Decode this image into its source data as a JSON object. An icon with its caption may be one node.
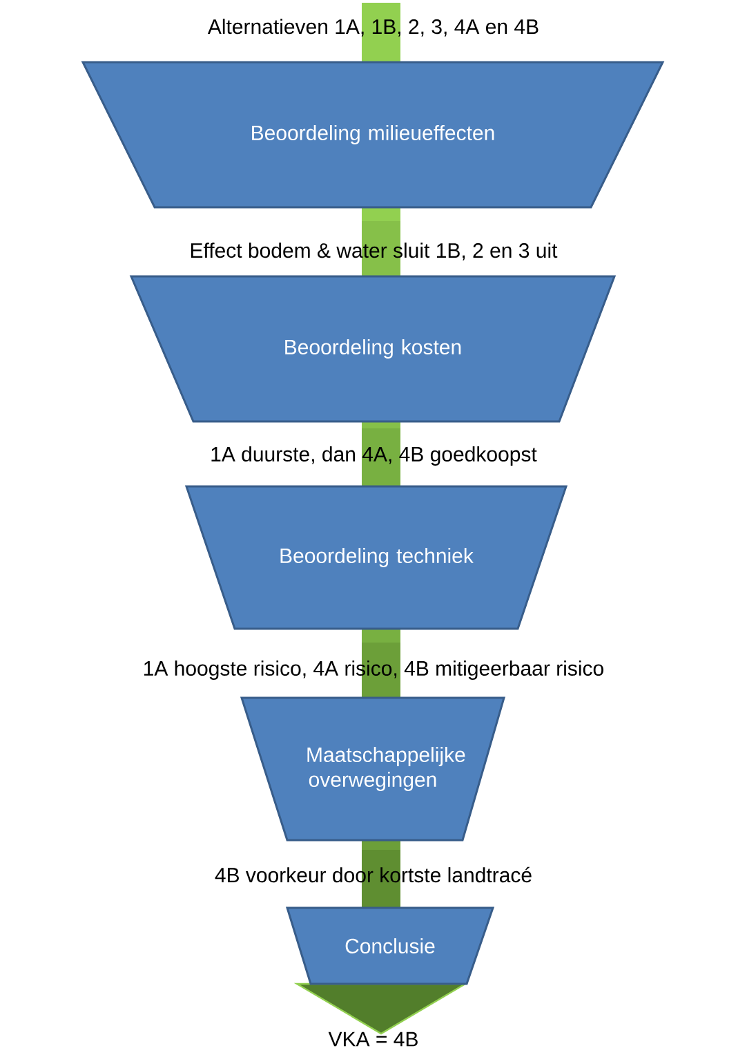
{
  "diagram": {
    "nodes": [
      {
        "text": [
          "Beoordeling milieueffecten"
        ]
      },
      {
        "text": [
          "Beoordeling kosten"
        ]
      },
      {
        "text": [
          "Beoordeling techniek"
        ]
      },
      {
        "text": [
          "Maatschappelijke overwegingen"
        ]
      },
      {
        "text": [
          "Conclusie"
        ]
      }
    ],
    "labels": [
      "Alternatieven 1A, 1B, 2, 3, 4A en 4B",
      "Effect bodem & water sluit 1B, 2 en 3 uit",
      "1A duurste, dan 4A, 4B goedkoopst",
      "1A hoogste risico, 4A risico, 4B mitigeerbaar risico",
      "4B voorkeur door kortste landtracé",
      "VKA = 4B"
    ]
  }
}
